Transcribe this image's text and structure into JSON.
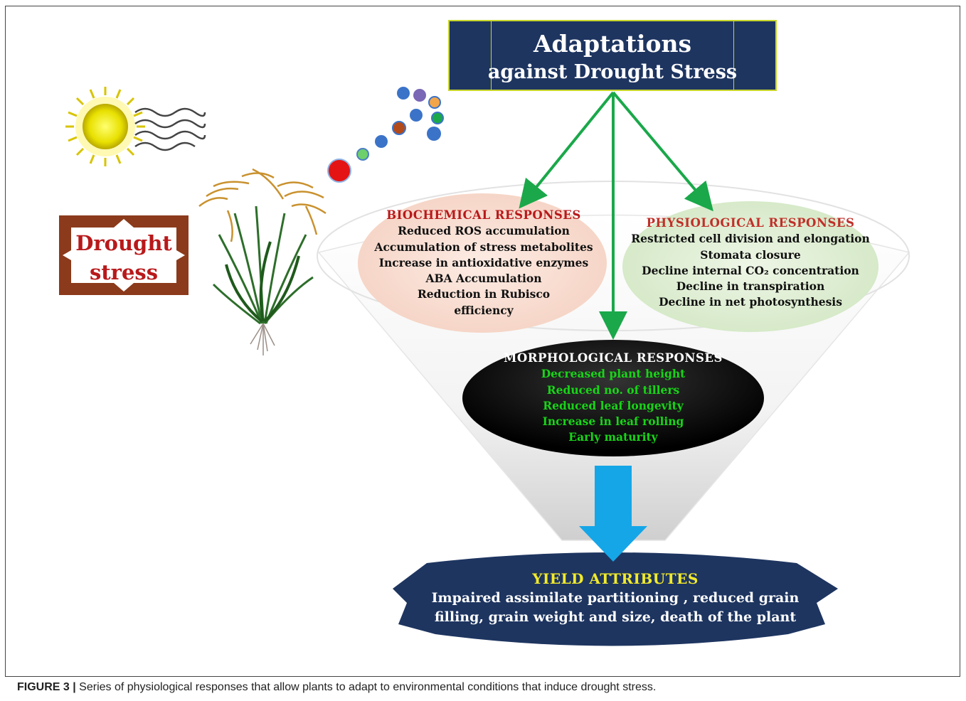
{
  "title": {
    "line1": "Adaptations",
    "line2": "against Drought Stress"
  },
  "drought_label": {
    "line1": "Drought",
    "line2": "stress"
  },
  "biochemical": {
    "heading": "BIOCHEMICAL  RESPONSES",
    "items": [
      "Reduced  ROS accumulation",
      "Accumulation  of stress metabolites",
      "Increase  in antioxidative  enzymes",
      "ABA Accumulation",
      "Reduction  in Rubisco",
      "efficiency"
    ]
  },
  "physiological": {
    "heading": "PHYSIOLOGICAL  RESPONSES",
    "items": [
      "Restricted  cell division  and  elongation",
      "Stomata  closure",
      "Decline internal CO₂ concentration",
      "Decline  in transpiration",
      "Decline  in net photosynthesis"
    ]
  },
  "morphological": {
    "heading": "MORPHOLOGICAL RESPONSES",
    "items": [
      "Decreased plant height",
      "Reduced no. of tillers",
      "Reduced leaf longevity",
      "Increase in leaf rolling",
      "Early maturity"
    ]
  },
  "yield": {
    "heading": "YIELD  ATTRIBUTES",
    "line1": "Impaired  assimilate partitioning  , reduced grain",
    "line2": "filling,  grain  weight   and  size, death of the plant"
  },
  "caption": {
    "label": "FIGURE 3 |",
    "text": " Series of physiological responses that allow plants to adapt to environmental conditions that induce drought stress."
  },
  "colors": {
    "navy": "#1e3560",
    "border_yellow": "#c8d62b",
    "arrow_green": "#1aa84a",
    "blue_arrow": "#15a6e8",
    "red_text": "#b8191b",
    "morph_green": "#18d418",
    "yield_yellow": "#f2ea2a"
  },
  "icons": [
    "sun-icon",
    "wind-lines-icon",
    "rice-plant-icon",
    "bubble-dots-icon"
  ]
}
